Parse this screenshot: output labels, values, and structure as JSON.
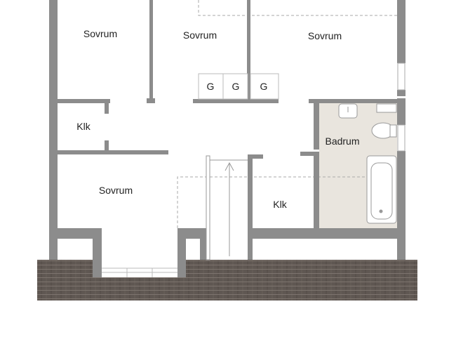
{
  "rooms": {
    "sovrum_1": "Sovrum",
    "sovrum_2": "Sovrum",
    "sovrum_3": "Sovrum",
    "sovrum_4": "Sovrum",
    "klk_1": "Klk",
    "klk_2": "Klk",
    "badrum": "Badrum"
  },
  "closets": [
    "G",
    "G",
    "G"
  ],
  "colors": {
    "wall": "#8c8c8c",
    "bathroom": "#e9e5de",
    "brick": "#5f5752",
    "dashed": "#aaaaaa"
  }
}
